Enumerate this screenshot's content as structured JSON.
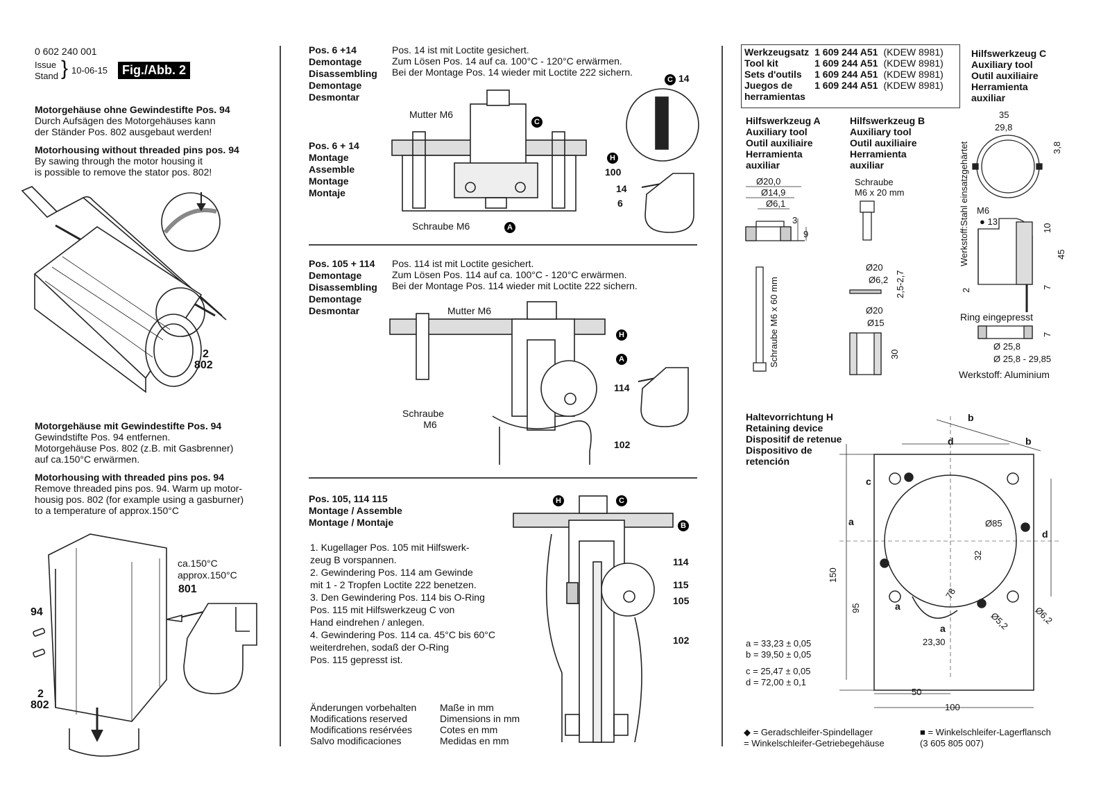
{
  "header": {
    "doc_number": "0 602 240 001",
    "issue_label": "Issue",
    "stand_label": "Stand",
    "date": "10-06-15",
    "fig_label": "Fig./Abb. 2"
  },
  "col1": {
    "sec1_title_de": "Motorgehäuse ohne Gewindestifte Pos. 94",
    "sec1_text_de": [
      "Durch Aufsägen des Motorgehäuses kann",
      "der Ständer Pos. 802 ausgebaut werden!"
    ],
    "sec1_title_en": "Motorhousing without threaded pins pos. 94",
    "sec1_text_en": [
      "By sawing through the motor housing it",
      "is possible to remove the stator pos. 802!"
    ],
    "fig1_labels": [
      "2",
      "802"
    ],
    "sec2_title_de": "Motorgehäuse mit Gewindestifte Pos. 94",
    "sec2_text_de": [
      "Gewindstifte Pos. 94 entfernen.",
      "Motorgehäuse Pos. 802 (z.B. mit Gasbrenner)",
      "auf ca.150°C erwärmen."
    ],
    "sec2_title_en": "Motorhousing with threaded pins pos. 94",
    "sec2_text_en": [
      "Remove threaded pins pos. 94. Warm up motor-",
      "housig pos. 802 (for example using a gasburner)",
      "to a temperature of approx.150°C"
    ],
    "fig2_temp": [
      "ca.150°C",
      "approx.150°C"
    ],
    "fig2_labels": {
      "p801": "801",
      "p94": "94",
      "p2": "2",
      "p802": "802"
    }
  },
  "col2": {
    "s1_head": [
      "Pos. 6 +14",
      "Demontage",
      "Disassembling",
      "Demontage",
      "Desmontar"
    ],
    "s1_text": [
      "Pos. 14 ist mit Loctite gesichert.",
      "Zum Lösen Pos. 14 auf ca. 100°C - 120°C erwärmen.",
      "Bei der Montage Pos. 14 wieder mit Loctite 222 sichern."
    ],
    "s1b_head": [
      "Pos. 6 + 14",
      "Montage",
      "Assemble",
      "Montage",
      "Montaje"
    ],
    "fig1": {
      "mutter": "Mutter M6",
      "schraube": "Schraube M6",
      "c": "C",
      "h": "H",
      "a": "A",
      "p100": "100",
      "p14": "14",
      "p6": "6",
      "p14b": "14"
    },
    "s2_head": [
      "Pos. 105 + 114",
      "Demontage",
      "Disassembling",
      "Demontage",
      "Desmontar"
    ],
    "s2_text": [
      "Pos. 114 ist mit Loctite gesichert.",
      "Zum Lösen Pos. 114 auf ca. 100°C - 120°C  erwärmen.",
      "Bei der Montage Pos. 114 wieder mit Loctite 222 sichern."
    ],
    "fig2": {
      "mutter": "Mutter M6",
      "schraube": [
        "Schraube",
        "M6"
      ],
      "h": "H",
      "a": "A",
      "p114": "114",
      "p102": "102"
    },
    "s3_head": [
      "Pos. 105, 114   115",
      "Montage / Assemble",
      "Montage / Montaje"
    ],
    "s3_steps": [
      [
        "1. Kugellager Pos. 105 mit Hilfswerk-",
        "    zeug B vorspannen."
      ],
      [
        "2. Gewindering Pos. 114 am Gewinde",
        "    mit 1 - 2 Tropfen Loctite 222 benetzen."
      ],
      [
        "3. Den Gewindering Pos. 114 bis O-Ring",
        "    Pos. 115 mit Hilfswerkzeug C von",
        "    Hand eindrehen / anlegen."
      ],
      [
        "4. Gewindering Pos. 114 ca. 45°C bis 60°C",
        "    weiterdrehen, sodaß der O-Ring",
        "    Pos. 115 gepresst ist."
      ]
    ],
    "fig3": {
      "h": "H",
      "c": "C",
      "b": "B",
      "p114": "114",
      "p115": "115",
      "p105": "105",
      "p102": "102"
    },
    "footer_left": [
      "Änderungen vorbehalten",
      "Modifications reserved",
      "Modifications resérvées",
      "Salvo modificaciones"
    ],
    "footer_right": [
      "Maße in mm",
      "Dimensions in mm",
      "Cotes en mm",
      "Medidas en mm"
    ]
  },
  "col3": {
    "toolkit": [
      {
        "name": "Werkzeugsatz",
        "num": "1 609 244 A51",
        "code": "(KDEW 8981)"
      },
      {
        "name": "Tool kit",
        "num": "1 609 244 A51",
        "code": "(KDEW 8981)"
      },
      {
        "name": "Sets d'outils",
        "num": "1 609 244 A51",
        "code": "(KDEW 8981)"
      },
      {
        "name": "Juegos de",
        "num": "1 609 244 A51",
        "code": "(KDEW 8981)"
      },
      {
        "name": "herramientas",
        "num": "",
        "code": ""
      }
    ],
    "toolC_head": [
      "Hilfswerkzeug C",
      "Auxiliary tool",
      "Outil auxiliaire",
      "Herramienta",
      "auxiliar"
    ],
    "toolA_head": [
      "Hilfswerkzeug A",
      "Auxiliary tool",
      "Outil auxiliaire",
      "Herramienta",
      "auxiliar"
    ],
    "toolB_head": [
      "Hilfswerkzeug B",
      "Auxiliary tool",
      "Outil auxiliaire",
      "Herramienta",
      "auxiliar"
    ],
    "toolA_dims": {
      "d20": "Ø20,0",
      "d149": "Ø14,9",
      "d61": "Ø6,1",
      "h3": "3",
      "h9": "9",
      "bolt": "Schraube M6 x 60 mm"
    },
    "toolB_dims": {
      "schraube": [
        "Schraube",
        "M6 x 20 mm"
      ],
      "d20a": "Ø20",
      "d62": "Ø6,2",
      "t": "2,5-2,7",
      "d20b": "Ø20",
      "d15": "Ø15",
      "h30": "30"
    },
    "toolC_dims": {
      "w35": "35",
      "w298": "29,8",
      "h38": "3,8",
      "m6": "M6",
      "n13": "13",
      "h10": "10",
      "h45": "45",
      "h7": "7",
      "h2": "2",
      "material_vert": "Werkstoff:Stahl einsatzgehärtet",
      "ring": "Ring eingepresst",
      "h7b": "7",
      "d258": "Ø 25,8",
      "d25829": "Ø 25,8 - 29,85",
      "material": "Werkstoff: Aluminium"
    },
    "holder_head": [
      "Haltevorrichtung H",
      "Retaining device",
      "Dispositif de retenue",
      "Dispositivo de",
      "retención"
    ],
    "holder_dims": {
      "b1": "b",
      "b2": "b",
      "d1": "d",
      "d2": "d",
      "c": "c",
      "a1": "a",
      "a2": "a",
      "a3": "a",
      "d85": "Ø85",
      "n32": "32",
      "n78": "78",
      "n233": "23,30",
      "d52": "Ø5,2",
      "d62": "Ø6,2",
      "n150": "150",
      "n95": "95",
      "n50": "50",
      "n100": "100"
    },
    "holder_values": [
      "a = 33,23 ± 0,05",
      "b = 39,50 ± 0,05",
      "c = 25,47 ± 0,05",
      "d = 72,00 ± 0,1"
    ],
    "legend_left": [
      "◆ = Geradschleifer-Spindellager",
      "   = Winkelschleifer-Getriebegehäuse"
    ],
    "legend_right": [
      "■ = Winkelschleifer-Lagerflansch",
      "   (3 605 805 007)"
    ]
  }
}
